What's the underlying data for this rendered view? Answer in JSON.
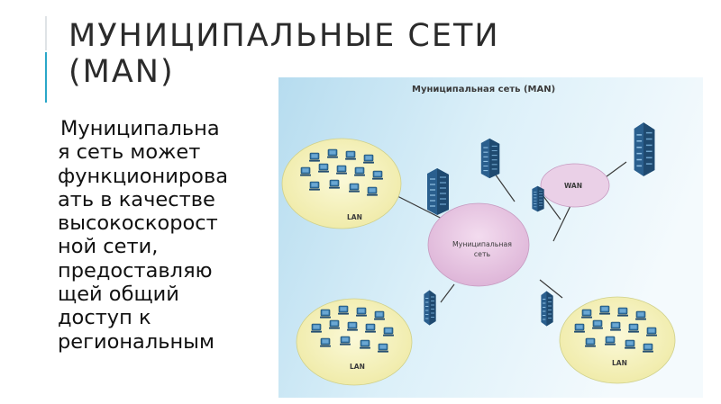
{
  "slide": {
    "title_lines": [
      "МУНИЦИПАЛЬНЫЕ СЕТИ",
      "(MAN)"
    ],
    "body_lines": [
      "Муниципальна",
      "я сеть может",
      "функционирова",
      "ать в качестве",
      "высокоскорост",
      "ной сети,",
      "предоставляю",
      "щей общий",
      "доступ к",
      "региональным"
    ]
  },
  "diagram": {
    "title": "Муниципальная сеть (MAN)",
    "core_label_lines": [
      "Муниципальная",
      "сеть"
    ],
    "wan_label": "WAN",
    "lan_labels": [
      "LAN",
      "LAN",
      "LAN"
    ],
    "colors": {
      "cloud_fill": "#f7f4c2",
      "core_fill": "#e9c7e4",
      "wan_fill": "#ead0e7",
      "monitor_blue": "#2f6f9e",
      "building_blue": "#2a5f8e",
      "title_accent": "#2aa7c9"
    }
  }
}
